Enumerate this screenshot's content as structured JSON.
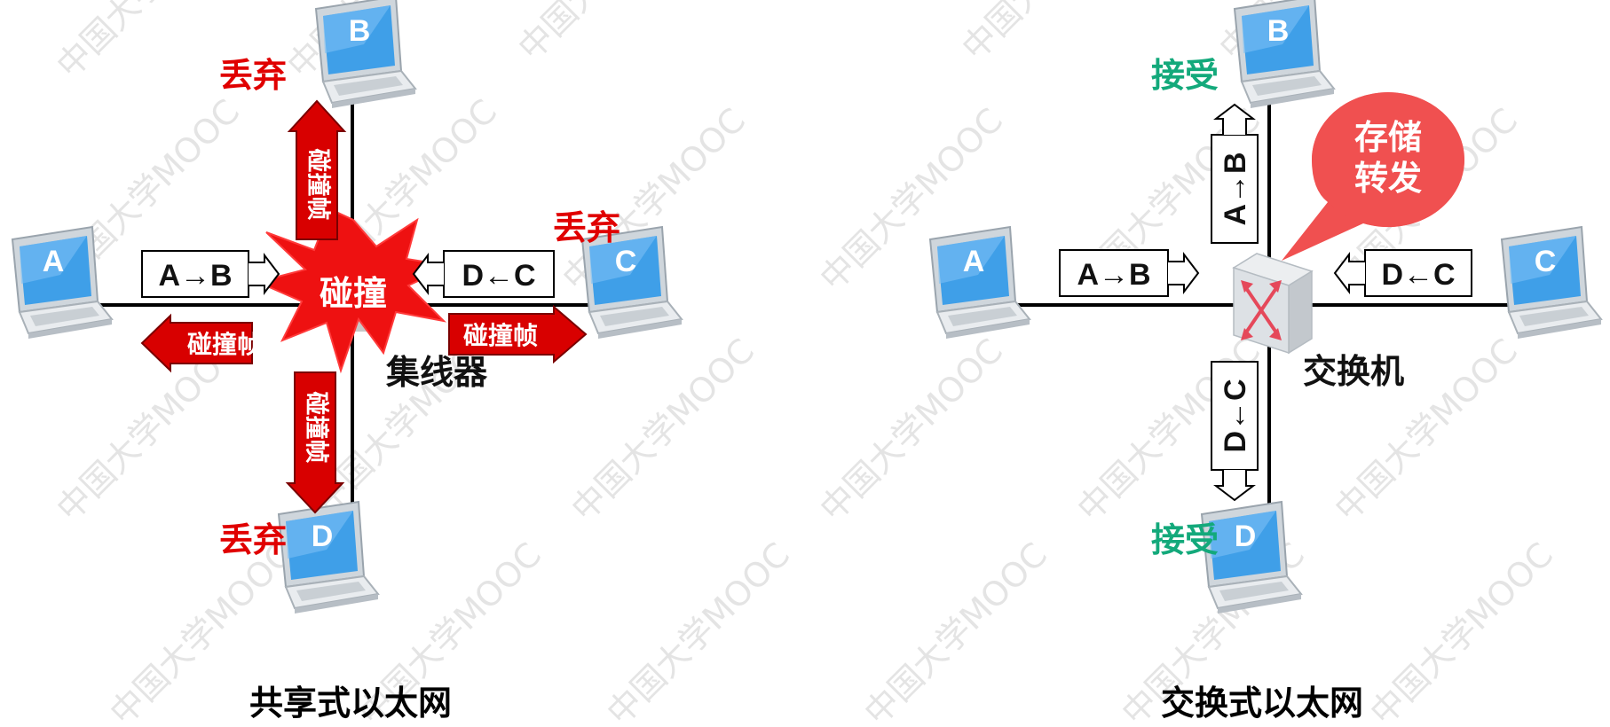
{
  "watermark": "中国大学MOOC",
  "colors": {
    "red": "#e00000",
    "green": "#13a97b",
    "screen": "#3f9fe8",
    "bubble": "#f05050"
  },
  "left": {
    "title": "共享式以太网",
    "hub_label": "集线器",
    "collision_label": "碰撞",
    "discard_label": "丢弃",
    "collision_frame_label": "碰撞帧",
    "frame_ab": "A→B",
    "frame_dc": "D←C",
    "hosts": {
      "a": "A",
      "b": "B",
      "c": "C",
      "d": "D"
    }
  },
  "right": {
    "title": "交换式以太网",
    "switch_label": "交换机",
    "bubble_line1": "存储",
    "bubble_line2": "转发",
    "accept_label": "接受",
    "frame_ab": "A→B",
    "frame_dc": "D←C",
    "hosts": {
      "a": "A",
      "b": "B",
      "c": "C",
      "d": "D"
    }
  }
}
